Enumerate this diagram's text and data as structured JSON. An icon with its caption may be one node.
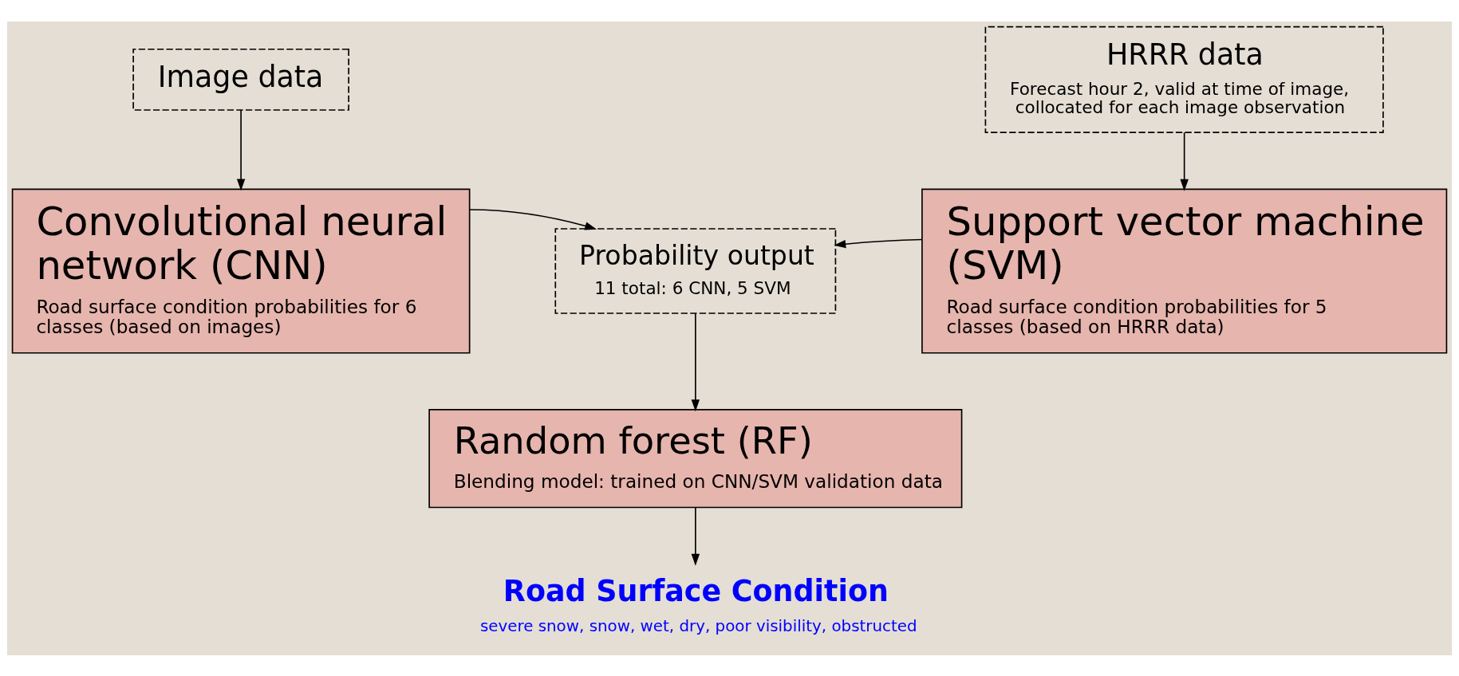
{
  "diagram": {
    "nodes": [
      {
        "text": [
          "Image data"
        ]
      },
      {
        "text": [
          "HRRR data",
          "Forecast hour 2, valid at time of image, collocated for each image observation"
        ]
      },
      {
        "text": [
          "Convolutional neural network (CNN)",
          "Road surface condition probabilities for 6 classes (based on images)"
        ]
      },
      {
        "text": [
          "Probability output",
          "11 total: 6 CNN, 5 SVM"
        ]
      },
      {
        "text": [
          "Support vector machine (SVM)",
          "Road surface condition probabilities for 5 classes (based on HRRR data)"
        ]
      },
      {
        "text": [
          "Random forest (RF)",
          "Blending model: trained on CNN/SVM validation data"
        ]
      },
      {
        "text": [
          "Road Surface Condition",
          "severe snow, snow, wet, dry, poor visibility, obstructed"
        ]
      }
    ],
    "edges": [
      {
        "from": 0,
        "to": 2,
        "arrow": "to"
      },
      {
        "from": 1,
        "to": 4,
        "arrow": "to"
      },
      {
        "from": 2,
        "to": 3,
        "arrow": "to"
      },
      {
        "from": 4,
        "to": 3,
        "arrow": "to"
      },
      {
        "from": 3,
        "to": 5,
        "arrow": "to"
      },
      {
        "from": 5,
        "to": 6,
        "arrow": "to"
      }
    ]
  }
}
